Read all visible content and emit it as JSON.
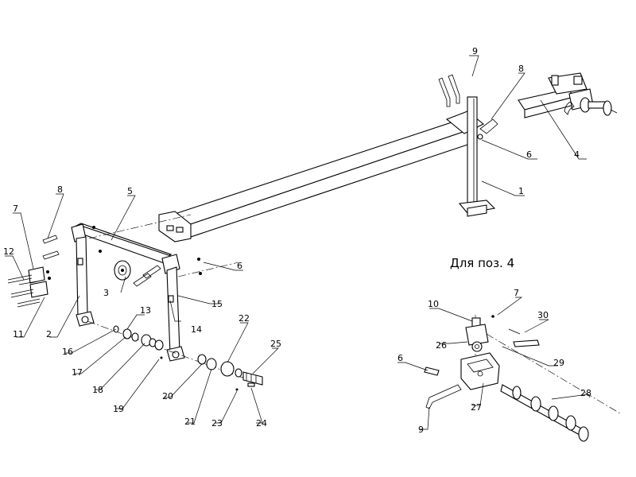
{
  "callouts": [
    {
      "id": "c9a",
      "text": "9"
    },
    {
      "id": "c8a",
      "text": "8"
    },
    {
      "id": "c6a",
      "text": "6"
    },
    {
      "id": "c4a",
      "text": "4"
    },
    {
      "id": "c1",
      "text": "1"
    },
    {
      "id": "c8b",
      "text": "8"
    },
    {
      "id": "c5",
      "text": "5"
    },
    {
      "id": "c7a",
      "text": "7"
    },
    {
      "id": "c12",
      "text": "12"
    },
    {
      "id": "c6b",
      "text": "6"
    },
    {
      "id": "c3",
      "text": "3"
    },
    {
      "id": "c15",
      "text": "15"
    },
    {
      "id": "c11",
      "text": "11"
    },
    {
      "id": "c2",
      "text": "2"
    },
    {
      "id": "c13",
      "text": "13"
    },
    {
      "id": "c14",
      "text": "14"
    },
    {
      "id": "c16",
      "text": "16"
    },
    {
      "id": "c17",
      "text": "17"
    },
    {
      "id": "c18",
      "text": "18"
    },
    {
      "id": "c19",
      "text": "19"
    },
    {
      "id": "c22",
      "text": "22"
    },
    {
      "id": "c25",
      "text": "25"
    },
    {
      "id": "c20",
      "text": "20"
    },
    {
      "id": "c21",
      "text": "21"
    },
    {
      "id": "c23",
      "text": "23"
    },
    {
      "id": "c24",
      "text": "24"
    },
    {
      "id": "c10",
      "text": "10"
    },
    {
      "id": "c7b",
      "text": "7"
    },
    {
      "id": "c30",
      "text": "30"
    },
    {
      "id": "c26",
      "text": "26"
    },
    {
      "id": "c29",
      "text": "29"
    },
    {
      "id": "c6c",
      "text": "6"
    },
    {
      "id": "c27",
      "text": "27"
    },
    {
      "id": "c28",
      "text": "28"
    },
    {
      "id": "c9b",
      "text": "9"
    }
  ],
  "detail_caption": "Для поз. 4"
}
